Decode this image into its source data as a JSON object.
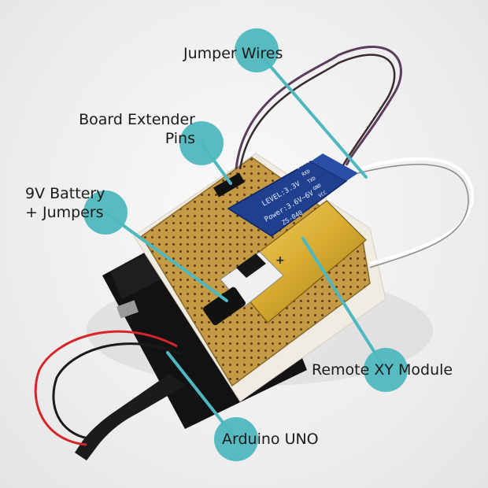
{
  "photo": {
    "battery_plus_mark": "+",
    "module_text_1": "LEVEL:3.3V",
    "module_text_2": "Power:3.6V~6V",
    "module_text_3": "ZS-040",
    "module_pins": [
      "STATE",
      "RXD",
      "TXD",
      "GND",
      "VCC"
    ]
  },
  "callouts": [
    {
      "label": "Jumper Wires"
    },
    {
      "label": "Board Extender\nPins"
    },
    {
      "label": "9V Battery\n+ Jumpers"
    },
    {
      "label": "Remote XY Module"
    },
    {
      "label": "Arduino UNO"
    }
  ],
  "colors": {
    "callout_accent": "#4fb7bf",
    "perfboard": "#c9a24a",
    "battery": "#e1b93a",
    "module": "#1f3f8f",
    "arduino": "#151515",
    "wire_red": "#d7262a",
    "wire_black": "#1a1a1a"
  }
}
